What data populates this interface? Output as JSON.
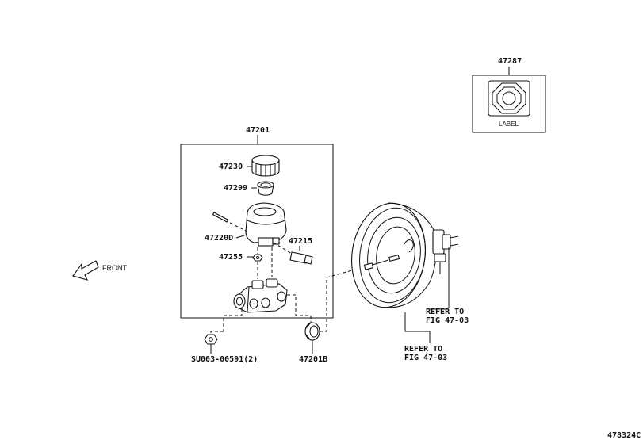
{
  "diagram_id": "478324C",
  "front_label": "FRONT",
  "labels": {
    "p47287": "47287",
    "label_text": "LABEL",
    "p47201": "47201",
    "p47230": "47230",
    "p47299": "47299",
    "p47220D": "47220D",
    "p47215": "47215",
    "p47255": "47255",
    "pSU003": "SU003-00591(2)",
    "p47201B": "47201B",
    "refer1_l1": "REFER TO",
    "refer1_l2": "FIG 47-03",
    "refer2_l1": "REFER TO",
    "refer2_l2": "FIG 47-03"
  }
}
